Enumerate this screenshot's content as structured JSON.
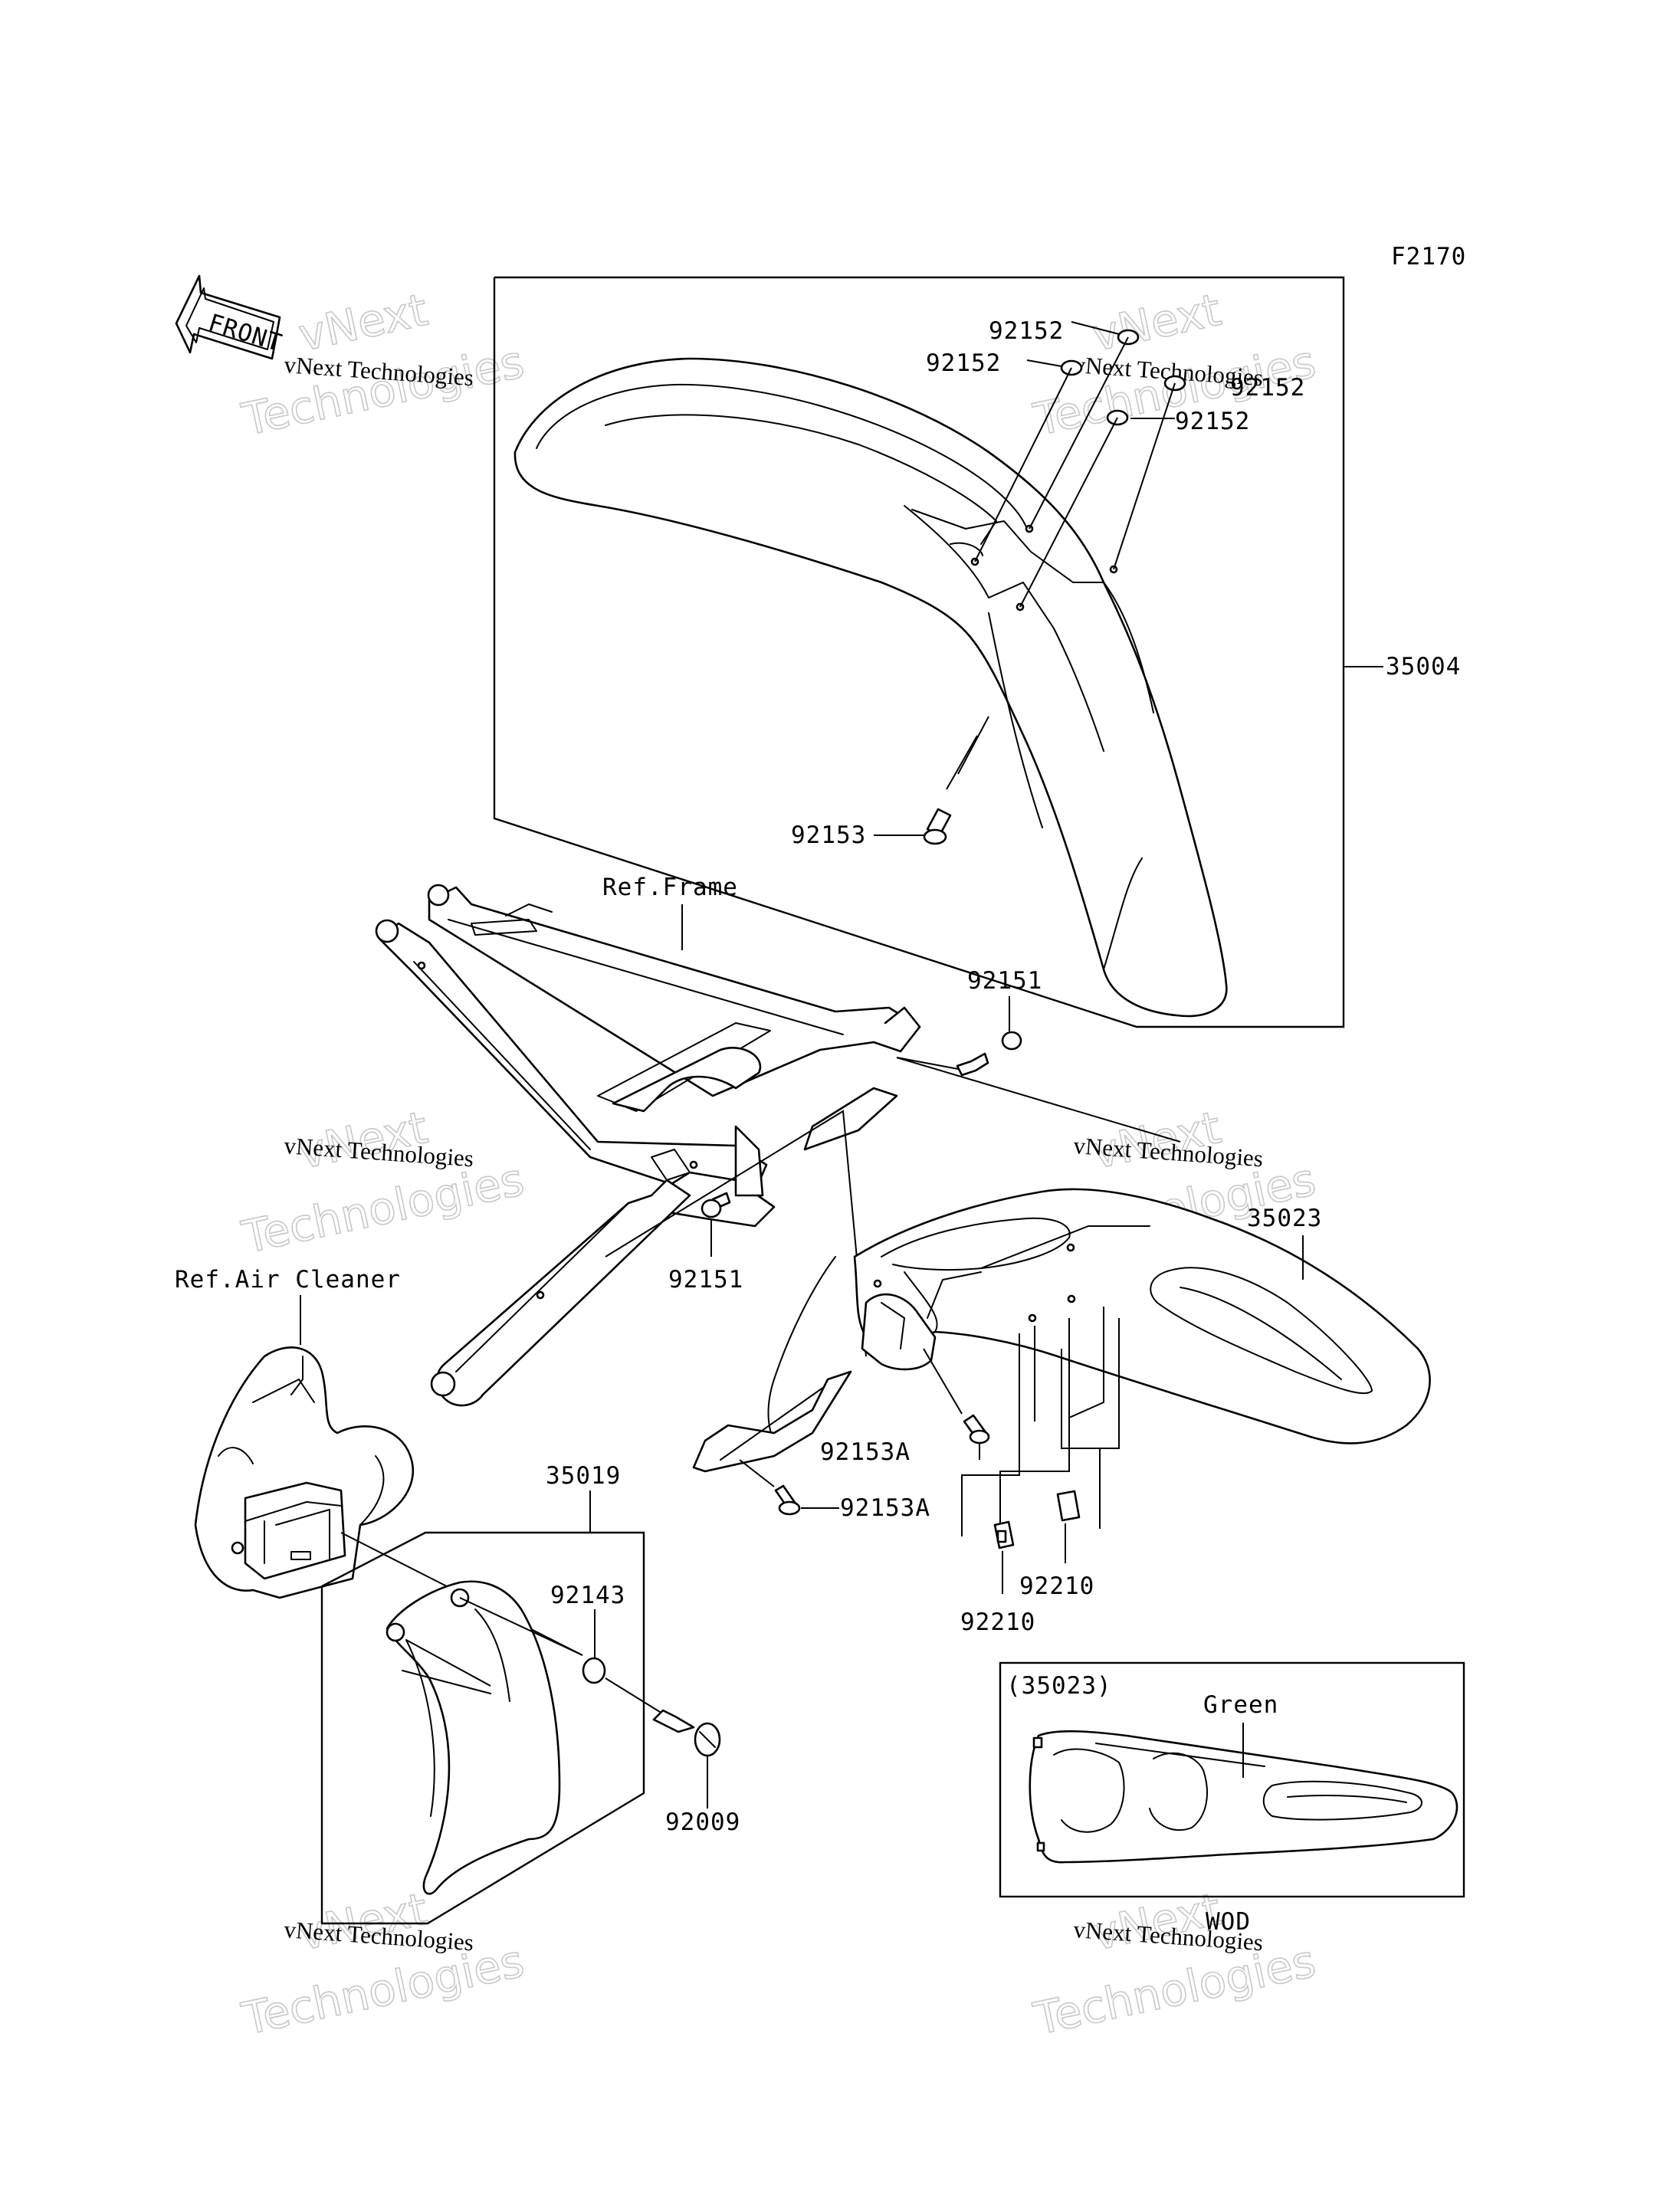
{
  "figure_code": "F2170",
  "front_arrow_text": "FRONT",
  "labels": {
    "p92152_top": "92152",
    "p92152_left": "92152",
    "p92152_right_partial": "92152",
    "p92152_lower": "92152",
    "p35004": "35004",
    "p92153": "92153",
    "ref_frame": "Ref.Frame",
    "p92151_right": "92151",
    "p35023": "35023",
    "p92151_left": "92151",
    "ref_air_cleaner": "Ref.Air Cleaner",
    "p92153A_upper": "92153A",
    "p35019": "35019",
    "p92153A_lower": "92153A",
    "p92143": "92143",
    "p92210_right": "92210",
    "p92210_left": "92210",
    "p92009": "92009"
  },
  "inset": {
    "part_ref": "(35023)",
    "color": "Green",
    "model": "WOD"
  },
  "watermark": {
    "line1": "vNext Technologies",
    "line2_top": "vNext",
    "line2_bottom": "Technologies"
  }
}
